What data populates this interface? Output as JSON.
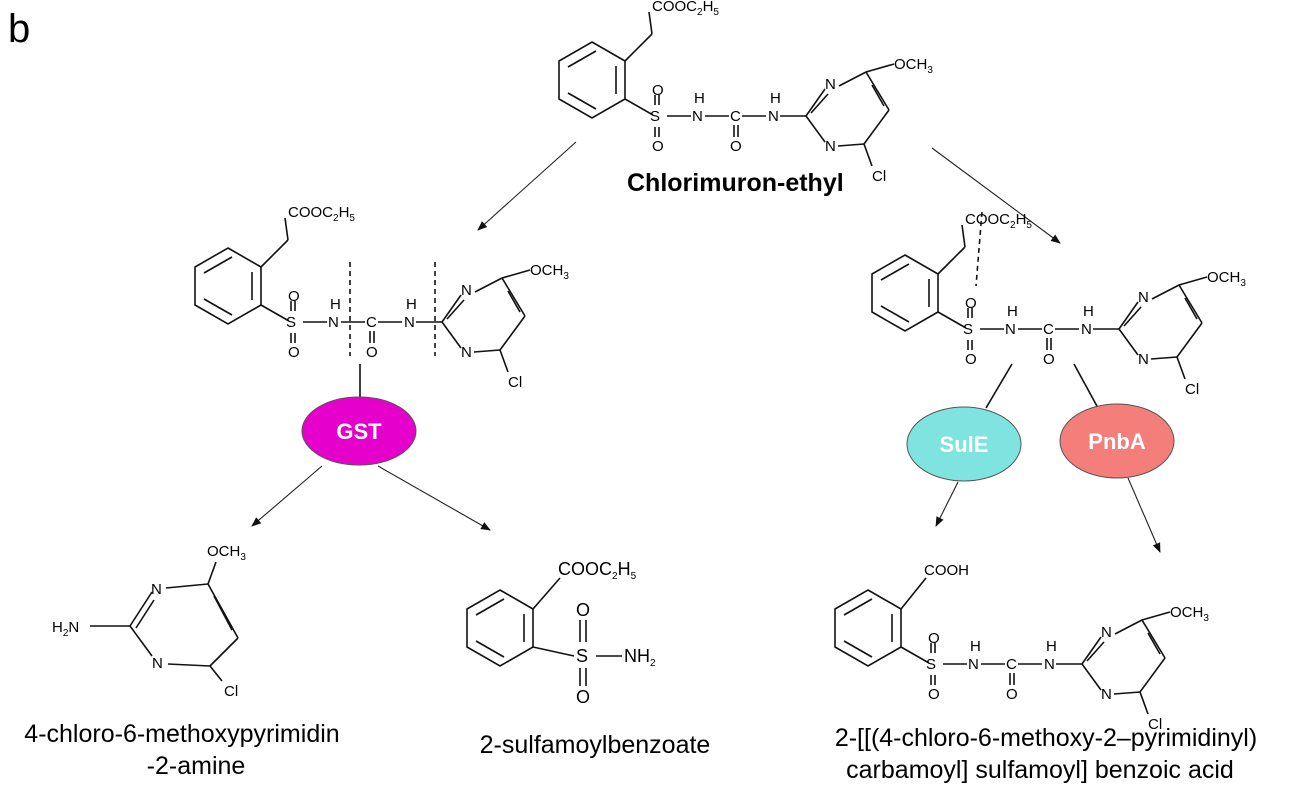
{
  "panel_label": "b",
  "parent": {
    "name": "Chlorimuron-ethyl"
  },
  "labels": {
    "ester": "COOC",
    "ester_sub_2": "2",
    "ester_h": "H",
    "ester_sub_5": "5",
    "acid": "COOH",
    "methoxy": "OCH",
    "methoxy_sub": "3",
    "sulfur": "S",
    "oxygen": "O",
    "nitrogen": "N",
    "hydrogen": "H",
    "carbon": "C",
    "chlorine": "Cl",
    "amine_h": "H",
    "amine_sub": "2",
    "amine_n": "N",
    "nh2": "NH",
    "nh2_sub": "2"
  },
  "enzymes": [
    {
      "id": "gst",
      "name": "GST",
      "color": "#e600cc"
    },
    {
      "id": "sule",
      "name": "SulE",
      "color": "#7fe3e0"
    },
    {
      "id": "pnba",
      "name": "PnbA",
      "color": "#f47f7a"
    }
  ],
  "products": {
    "pyrimidine_amine": {
      "line1": "4-chloro-6-methoxypyrimidin",
      "line2": "-2-amine"
    },
    "sulfamoylbenzoate": {
      "line1": "2-sulfamoylbenzoate"
    },
    "benzoic_acid": {
      "line1": "2-[[(4-chloro-6-methoxy-2–pyrimidinyl)",
      "line2": "carbamoyl] sulfamoyl] benzoic acid"
    }
  }
}
